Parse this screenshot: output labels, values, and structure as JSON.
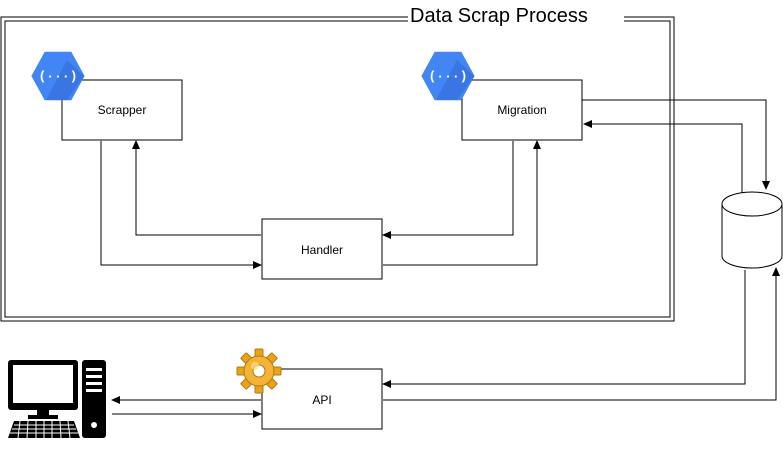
{
  "diagram": {
    "group_title": "Data Scrap Process",
    "nodes": {
      "scrapper": {
        "label": "Scrapper",
        "icon": "cloud-function-icon"
      },
      "migration": {
        "label": "Migration",
        "icon": "cloud-function-icon"
      },
      "handler": {
        "label": "Handler"
      },
      "api": {
        "label": "API",
        "icon": "gear-icon"
      },
      "database": {
        "icon": "database-cylinder-icon"
      },
      "client": {
        "icon": "desktop-computer-icon"
      }
    },
    "edges": [
      {
        "from": "scrapper",
        "to": "handler"
      },
      {
        "from": "handler",
        "to": "scrapper"
      },
      {
        "from": "migration",
        "to": "handler"
      },
      {
        "from": "handler",
        "to": "migration"
      },
      {
        "from": "migration",
        "to": "database"
      },
      {
        "from": "database",
        "to": "migration"
      },
      {
        "from": "database",
        "to": "api"
      },
      {
        "from": "api",
        "to": "database"
      },
      {
        "from": "api",
        "to": "client"
      },
      {
        "from": "client",
        "to": "api"
      }
    ],
    "colors": {
      "cloud_function_blue": "#4285F4",
      "cloud_function_dark": "#3367D6",
      "gear_gold": "#F2B336",
      "line": "#000000"
    }
  }
}
